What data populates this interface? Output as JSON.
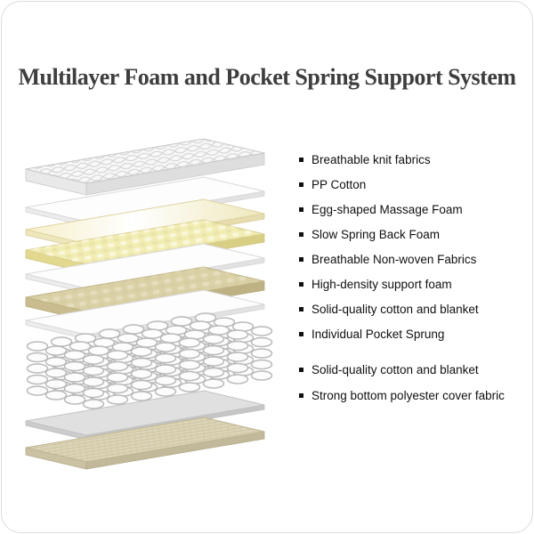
{
  "title": "Multilayer Foam and Pocket Spring Support System",
  "features": [
    "Breathable knit fabrics",
    "PP Cotton",
    "Egg-shaped Massage Foam",
    "Slow Spring Back Foam",
    "Breathable Non-woven Fabrics",
    "High-density support foam",
    "Solid-quality cotton and blanket",
    "Individual Pocket Sprung",
    "Solid-quality cotton and blanket",
    "Strong bottom polyester cover fabric"
  ],
  "colors": {
    "title_text": "#3e3e3e",
    "feature_text": "#101010",
    "bullet": "#111111",
    "yellow_foam": "#f2edb2",
    "tan_foam": "#dbd1a6",
    "bottom_fabric": "#ddd5b8",
    "spring_stroke": "#b9b9b9"
  }
}
